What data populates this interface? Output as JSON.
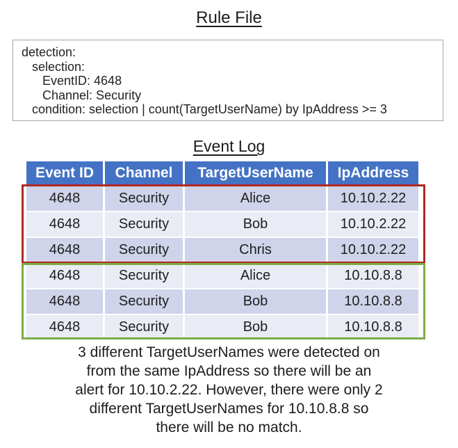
{
  "colors": {
    "header_bg": "#4472C4",
    "header_text": "#FFFFFF",
    "row_band_dark": "#CFD4EA",
    "row_band_light": "#E9EBF5",
    "alert_box_border": "#B02922",
    "no_match_box_border": "#7AAD47",
    "rule_box_border": "#A6A6A6"
  },
  "rule_file": {
    "title": "Rule File",
    "lines": [
      "detection:",
      "   selection:",
      "      EventID: 4648",
      "      Channel: Security",
      "   condition: selection | count(TargetUserName) by IpAddress >= 3"
    ]
  },
  "event_log": {
    "title": "Event Log",
    "headers": [
      "Event ID",
      "Channel",
      "TargetUserName",
      "IpAddress"
    ],
    "rows": [
      [
        "4648",
        "Security",
        "Alice",
        "10.10.2.22"
      ],
      [
        "4648",
        "Security",
        "Bob",
        "10.10.2.22"
      ],
      [
        "4648",
        "Security",
        "Chris",
        "10.10.2.22"
      ],
      [
        "4648",
        "Security",
        "Alice",
        "10.10.8.8"
      ],
      [
        "4648",
        "Security",
        "Bob",
        "10.10.8.8"
      ],
      [
        "4648",
        "Security",
        "Bob",
        "10.10.8.8"
      ]
    ]
  },
  "explanation": {
    "lines": [
      "3 different TargetUserNames were detected on",
      "from the same IpAddress so there will be an",
      "alert for 10.10.2.22. However, there were only 2",
      "different TargetUserNames for 10.10.8.8 so",
      "there will be no match."
    ]
  }
}
